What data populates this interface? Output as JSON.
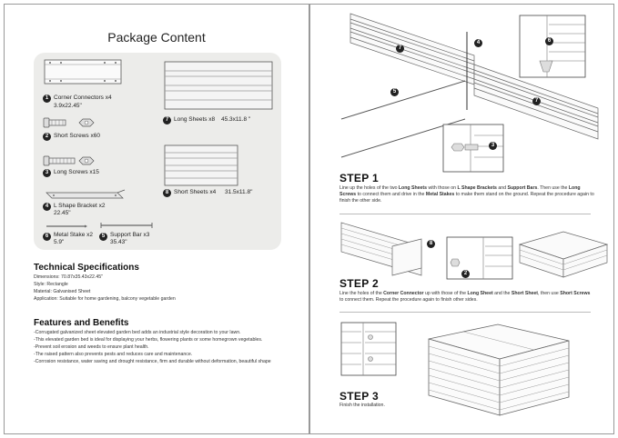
{
  "left_page": {
    "title": "Package Content",
    "items": [
      {
        "num": "1",
        "name": "Corner Connectors x4",
        "dim": "3.9x22.45\""
      },
      {
        "num": "2",
        "name": "Short Screws x60",
        "dim": ""
      },
      {
        "num": "3",
        "name": "Long Screws x15",
        "dim": ""
      },
      {
        "num": "4",
        "name": "L Shape Bracket x2",
        "dim": "22.45\""
      },
      {
        "num": "6",
        "name": "Metal Stake x2",
        "dim": "5.9\""
      },
      {
        "num": "5",
        "name": "Support Bar x3",
        "dim": "35.43\""
      },
      {
        "num": "7",
        "name": "Long Sheets x8",
        "dim": "45.3x11.8 \""
      },
      {
        "num": "8",
        "name": "Short Sheets x4",
        "dim": "31.5x11.8\""
      }
    ],
    "tech": {
      "heading": "Technical Specifications",
      "lines": [
        "Dimensions: 70.87x35.43x22.45\"",
        "Style: Rectangle",
        "Material: Galvanised Sheet",
        "Application: Suitable for home gardening, balcony vegetable garden"
      ]
    },
    "features": {
      "heading": "Features and Benefits",
      "lines": [
        "-Corrugated galvanized sheet elevated garden bed adds an industrial style decoration to your lawn.",
        "-This elevated garden bed is ideal for displaying your herbs, flowering plants or some homegrown vegetables.",
        "-Prevent soil erosion and weeds to ensure plant health.",
        "-The raised pattern also prevents pests and reduces care and maintenance.",
        "-Corrosion resistance, water saving and drought resistance, firm and durable without deformation, beautiful shape"
      ]
    }
  },
  "right_page": {
    "callouts": {
      "c7a": "7",
      "c4": "4",
      "c6": "6",
      "c5": "5",
      "c7b": "7",
      "c3": "3",
      "c8": "8",
      "c2": "2"
    },
    "step1": {
      "title": "STEP 1",
      "segments": [
        "Line up the holes of the two ",
        "Long Sheets",
        " with those on ",
        "L Shape Brackets",
        " and ",
        "Support Bars",
        ". Then use the ",
        "Long Screws",
        " to connect them and drive in the ",
        "Metal Stakes",
        " to make them stand on the ground. Repeat the procedure again to finish the other side."
      ]
    },
    "step2": {
      "title": "STEP 2",
      "segments": [
        "Line the holes of the ",
        "Corner Connector",
        " up with those of the ",
        "Long Sheet",
        " and the ",
        "Short Sheet",
        ", then use ",
        "Short Screws",
        " to connect them. Repeat the procedure again to finish other sides."
      ]
    },
    "step3": {
      "title": "STEP 3",
      "text": "Finish the installation."
    }
  }
}
